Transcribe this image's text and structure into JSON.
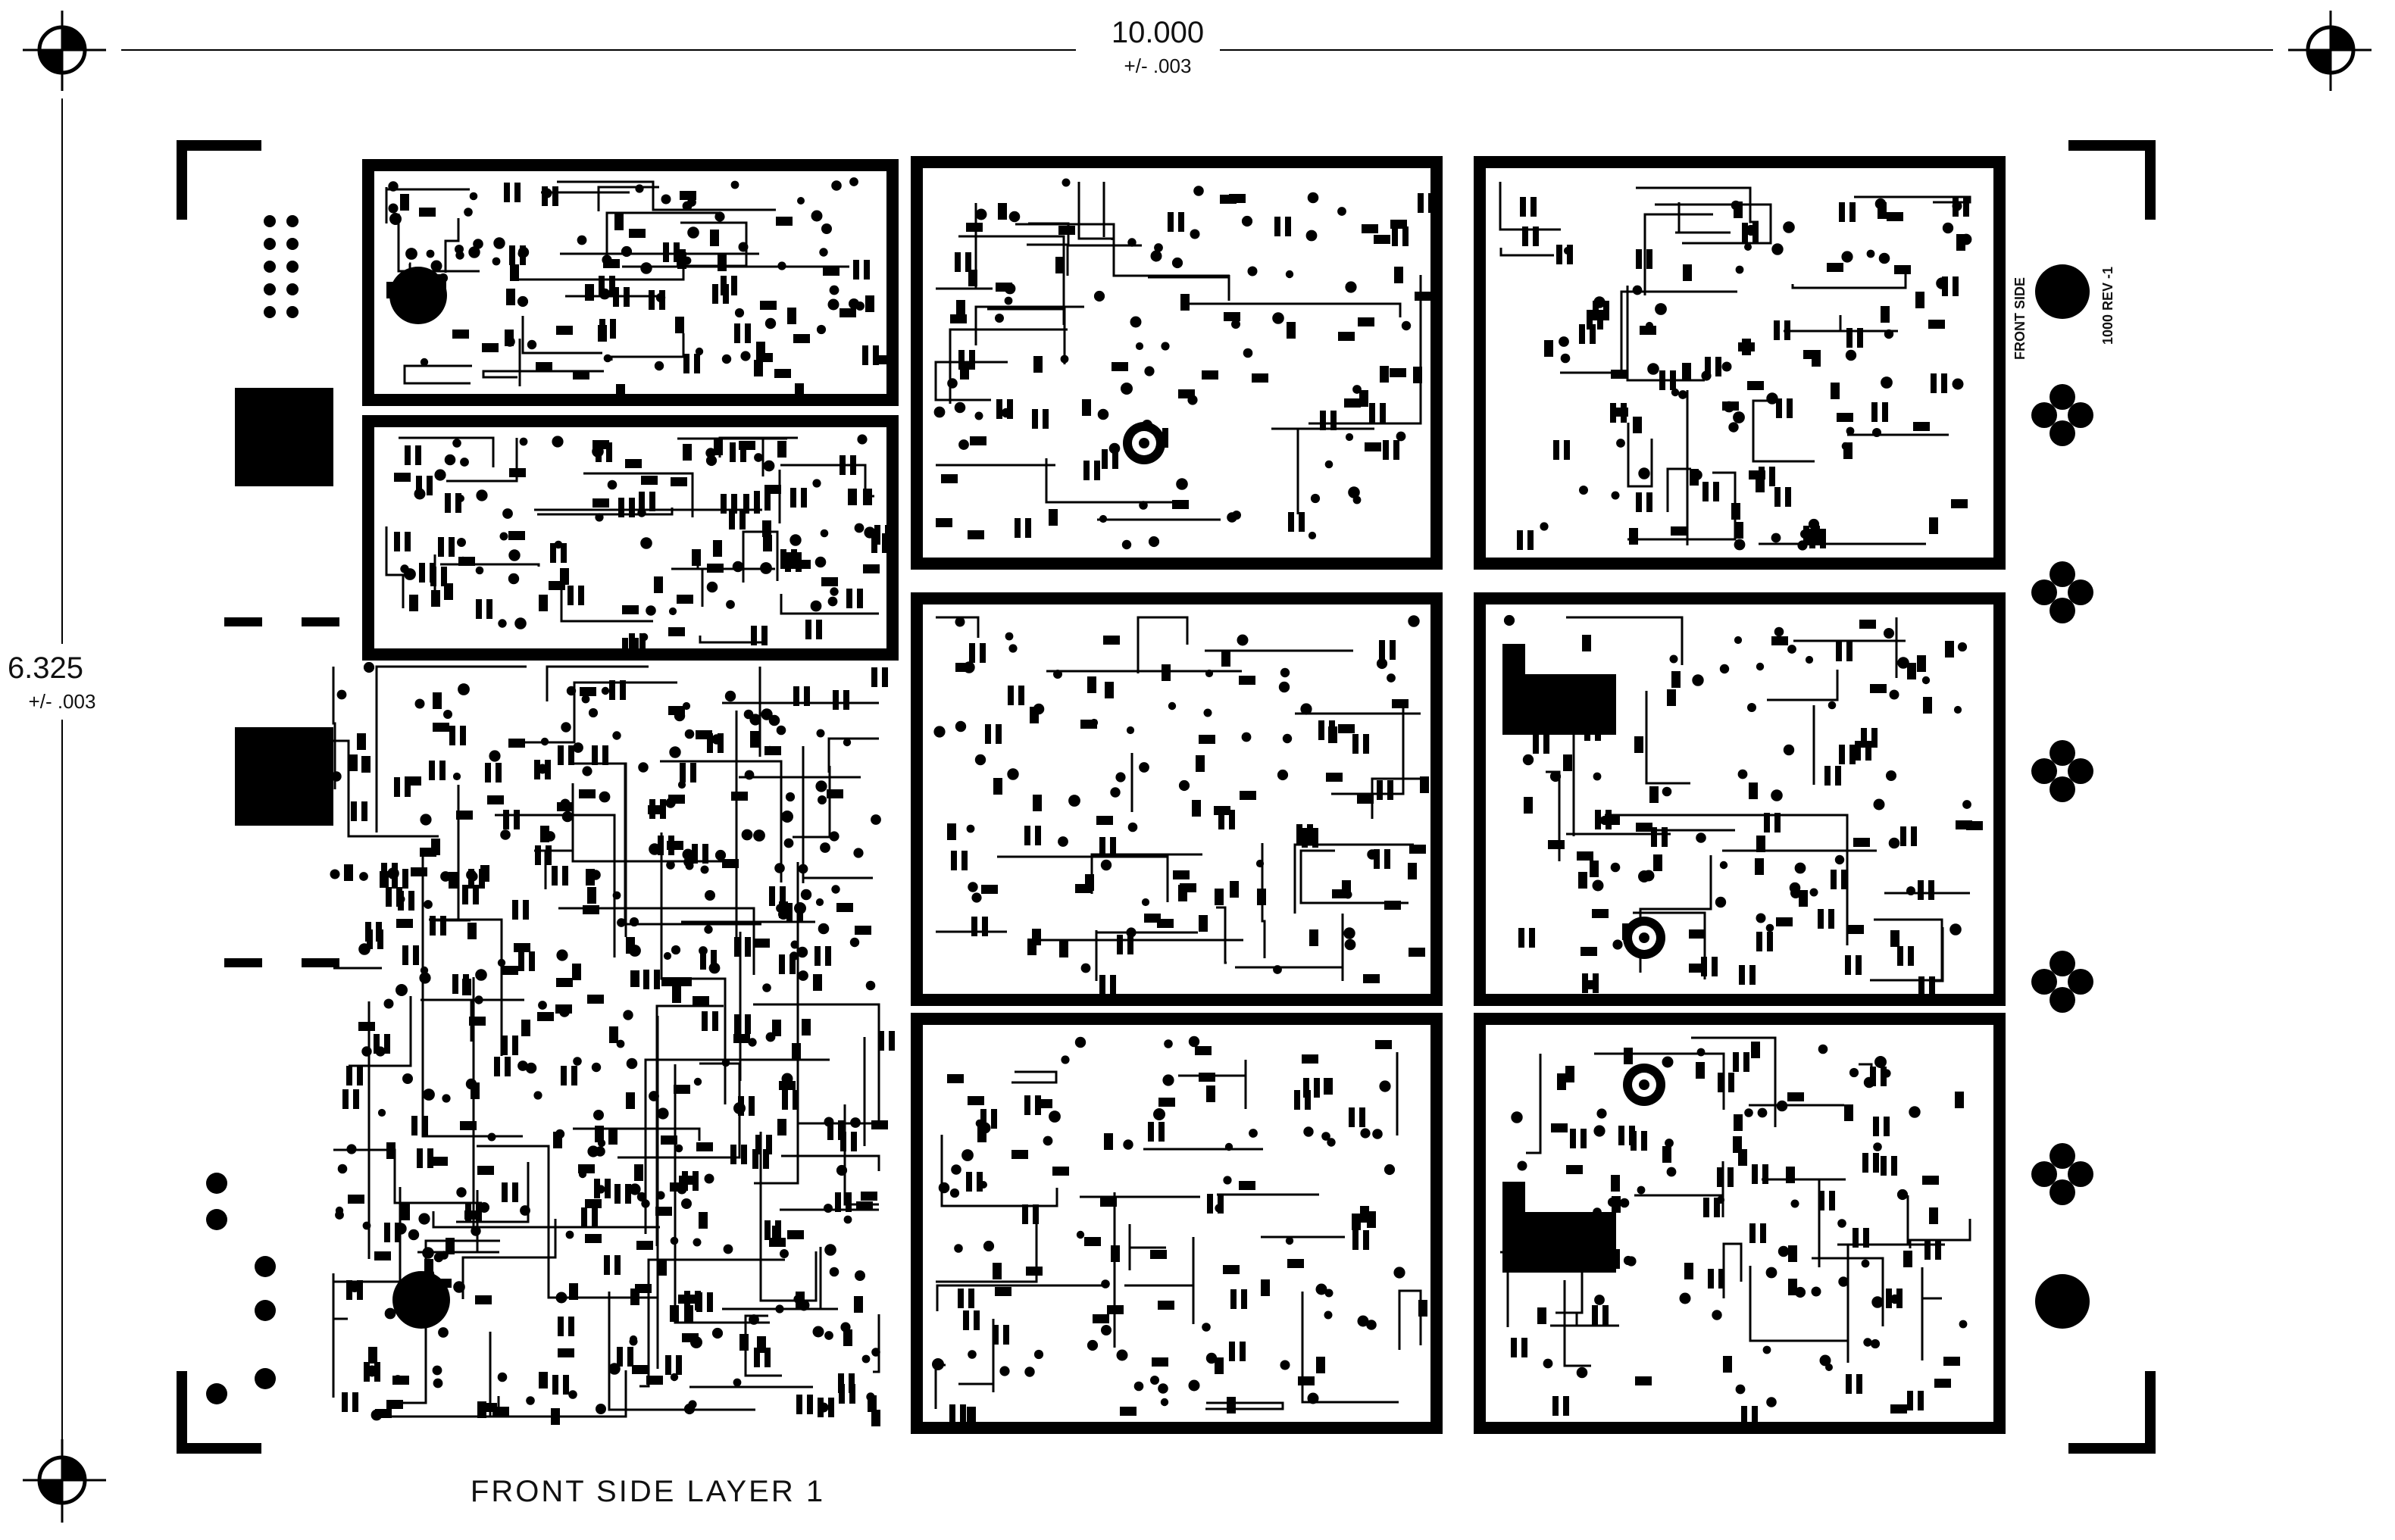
{
  "drawing": {
    "width_dimension": {
      "value": "10.000",
      "tolerance": "+/- .003"
    },
    "height_dimension": {
      "value": "6.325",
      "tolerance": "+/- .003"
    },
    "caption": "FRONT SIDE LAYER 1",
    "side_label": "FRONT SIDE",
    "revision_label": "1000 REV -1"
  },
  "colors": {
    "ink": "#000000",
    "paper": "#ffffff"
  },
  "panels": [
    {
      "id": "panel-a"
    },
    {
      "id": "panel-b"
    },
    {
      "id": "panel-c"
    },
    {
      "id": "panel-d"
    },
    {
      "id": "panel-e"
    },
    {
      "id": "panel-f"
    },
    {
      "id": "panel-g"
    },
    {
      "id": "panel-h"
    }
  ]
}
